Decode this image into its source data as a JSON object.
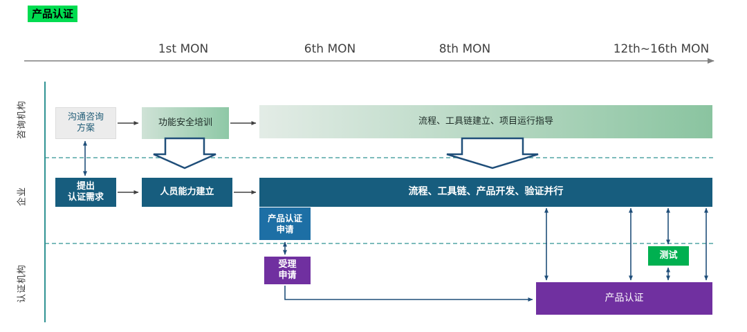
{
  "title": "产品认证",
  "timeline": {
    "labels": [
      "1st MON",
      "6th MON",
      "8th MON",
      "12th~16th MON"
    ]
  },
  "lanes": {
    "consulting": "咨询机构",
    "enterprise": "企业",
    "certification": "认证机构"
  },
  "boxes": {
    "consult_plan": "沟通咨询\n方案",
    "safety_training": "功能安全培训",
    "process_guidance": "流程、工具链建立、项目运行指导",
    "raise_requirement": "提出\n认证需求",
    "capability_building": "人员能力建立",
    "parallel_development": "流程、工具链、产品开发、验证并行",
    "cert_application": "产品认证\n申请",
    "accept_application": "受理\n申请",
    "testing": "测试",
    "product_certification": "产品认证"
  },
  "colors": {
    "title_highlight": "#00dc50",
    "dark_teal": "#175d7e",
    "blue": "#1d6fa5",
    "purple": "#7030a0",
    "green": "#00b050",
    "gradient_start": "#e3ece6",
    "gradient_end": "#8ac4a0",
    "lane_line": "#2f9292",
    "arrow_navy": "#1f4e79",
    "arrow_gray": "#404040",
    "axis_gray": "#7f7f7f"
  }
}
